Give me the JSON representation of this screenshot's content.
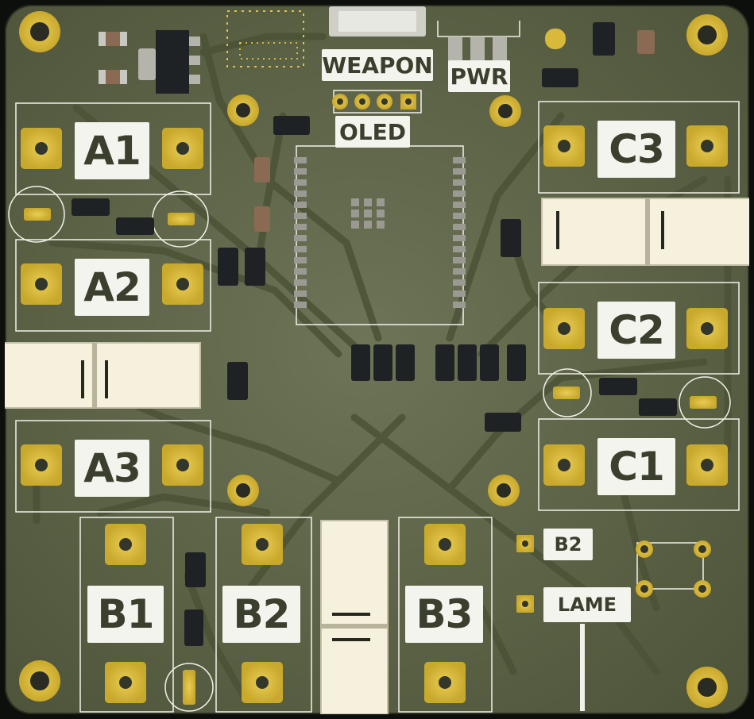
{
  "board": {
    "labels": {
      "weapon": "WEAPON",
      "pwr": "PWR",
      "oled": "OLED",
      "a1": "A1",
      "a2": "A2",
      "a3": "A3",
      "c1": "C1",
      "c2": "C2",
      "c3": "C3",
      "b1": "B1",
      "b2": "B2",
      "b3": "B3",
      "b2_small": "B2",
      "lame": "LAME"
    },
    "colors": {
      "substrate": "#5f6548",
      "copper_trace": "#4b5236",
      "pad_gold": "#d6b83a",
      "silkscreen": "#f2f2ea",
      "connector_body": "#f5f1dc",
      "smd_component": "#1f2225"
    }
  }
}
